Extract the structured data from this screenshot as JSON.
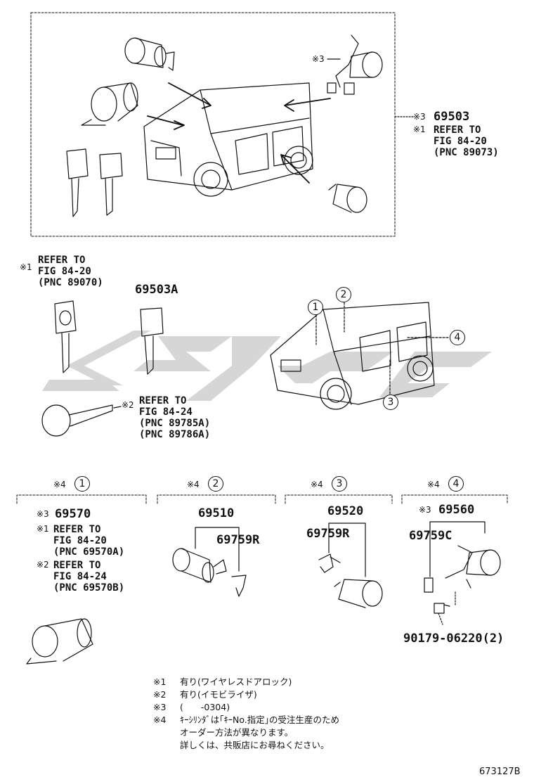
{
  "diagram_id": "673127B",
  "top_box": {
    "mark": "※3",
    "part": "69503",
    "ref_mark": "※1",
    "ref_lines": [
      "REFER TO",
      "FIG 84-20",
      "(PNC 89073)"
    ],
    "inner_mark": "※3"
  },
  "key_ref": {
    "mark": "※1",
    "lines": [
      "REFER TO",
      "FIG 84-20",
      "(PNC 89070)"
    ]
  },
  "key_part": "69503A",
  "immobilizer_ref": {
    "mark": "※2",
    "lines": [
      "REFER TO",
      "FIG 84-24",
      "(PNC 89785A)",
      "(PNC 89786A)"
    ]
  },
  "car_callouts": [
    "1",
    "2",
    "3",
    "4"
  ],
  "groups": [
    {
      "mark": "※4",
      "num": "1",
      "sub_mark": "※3",
      "part": "69570",
      "ref1_mark": "※1",
      "ref1_lines": [
        "REFER TO",
        "FIG 84-20",
        "(PNC 69570A)"
      ],
      "ref2_mark": "※2",
      "ref2_lines": [
        "REFER TO",
        "FIG 84-24",
        "(PNC 69570B)"
      ]
    },
    {
      "mark": "※4",
      "num": "2",
      "part": "69510",
      "sub_part": "69759R"
    },
    {
      "mark": "※4",
      "num": "3",
      "part": "69520",
      "sub_part": "69759R"
    },
    {
      "mark": "※4",
      "num": "4",
      "sub_mark": "※3",
      "part": "69560",
      "sub_part": "69759C",
      "bolt": "90179-06220(2)"
    }
  ],
  "notes": [
    {
      "mark": "※1",
      "text": "有り(ワイヤレスドアロック)"
    },
    {
      "mark": "※2",
      "text": "有り(イモビライザ)"
    },
    {
      "mark": "※3",
      "text": "(　　-0304)"
    },
    {
      "mark": "※4",
      "text": "ｷｰｼﾘﾝﾀﾞは｢ｷｰNo.指定｣の受注生産のため"
    },
    {
      "mark": "",
      "text": "オーダー方法が異なります。"
    },
    {
      "mark": "",
      "text": "詳しくは、共販店にお尋ねください。"
    }
  ]
}
